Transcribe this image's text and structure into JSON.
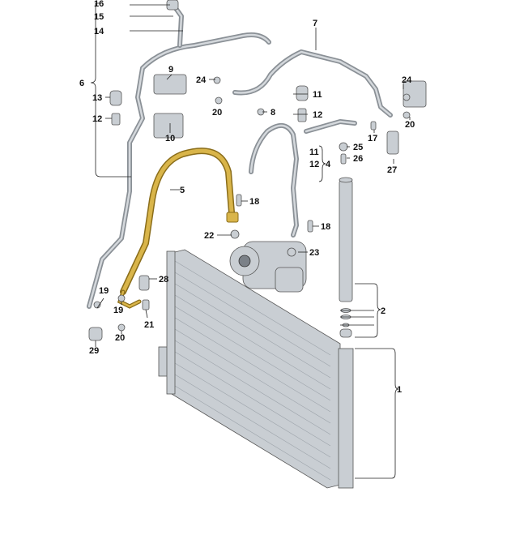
{
  "callouts": {
    "c1": "1",
    "c2": "2",
    "c4": "4",
    "c5": "5",
    "c6": "6",
    "c7": "7",
    "c8": "8",
    "c9": "9",
    "c10": "10",
    "c11a": "11",
    "c11b": "11",
    "c12a": "12",
    "c12b": "12",
    "c12c": "12",
    "c13": "13",
    "c14": "14",
    "c15": "15",
    "c16": "16",
    "c17": "17",
    "c18a": "18",
    "c18b": "18",
    "c19a": "19",
    "c19b": "19",
    "c20a": "20",
    "c20b": "20",
    "c20c": "20",
    "c21": "21",
    "c22": "22",
    "c23": "23",
    "c24a": "24",
    "c24b": "24",
    "c25": "25",
    "c26": "26",
    "c27": "27",
    "c28": "28",
    "c29": "29"
  },
  "colors": {
    "highlight_hose": "#d9b54a",
    "line": "#222222",
    "metal": "#c9ced3"
  }
}
